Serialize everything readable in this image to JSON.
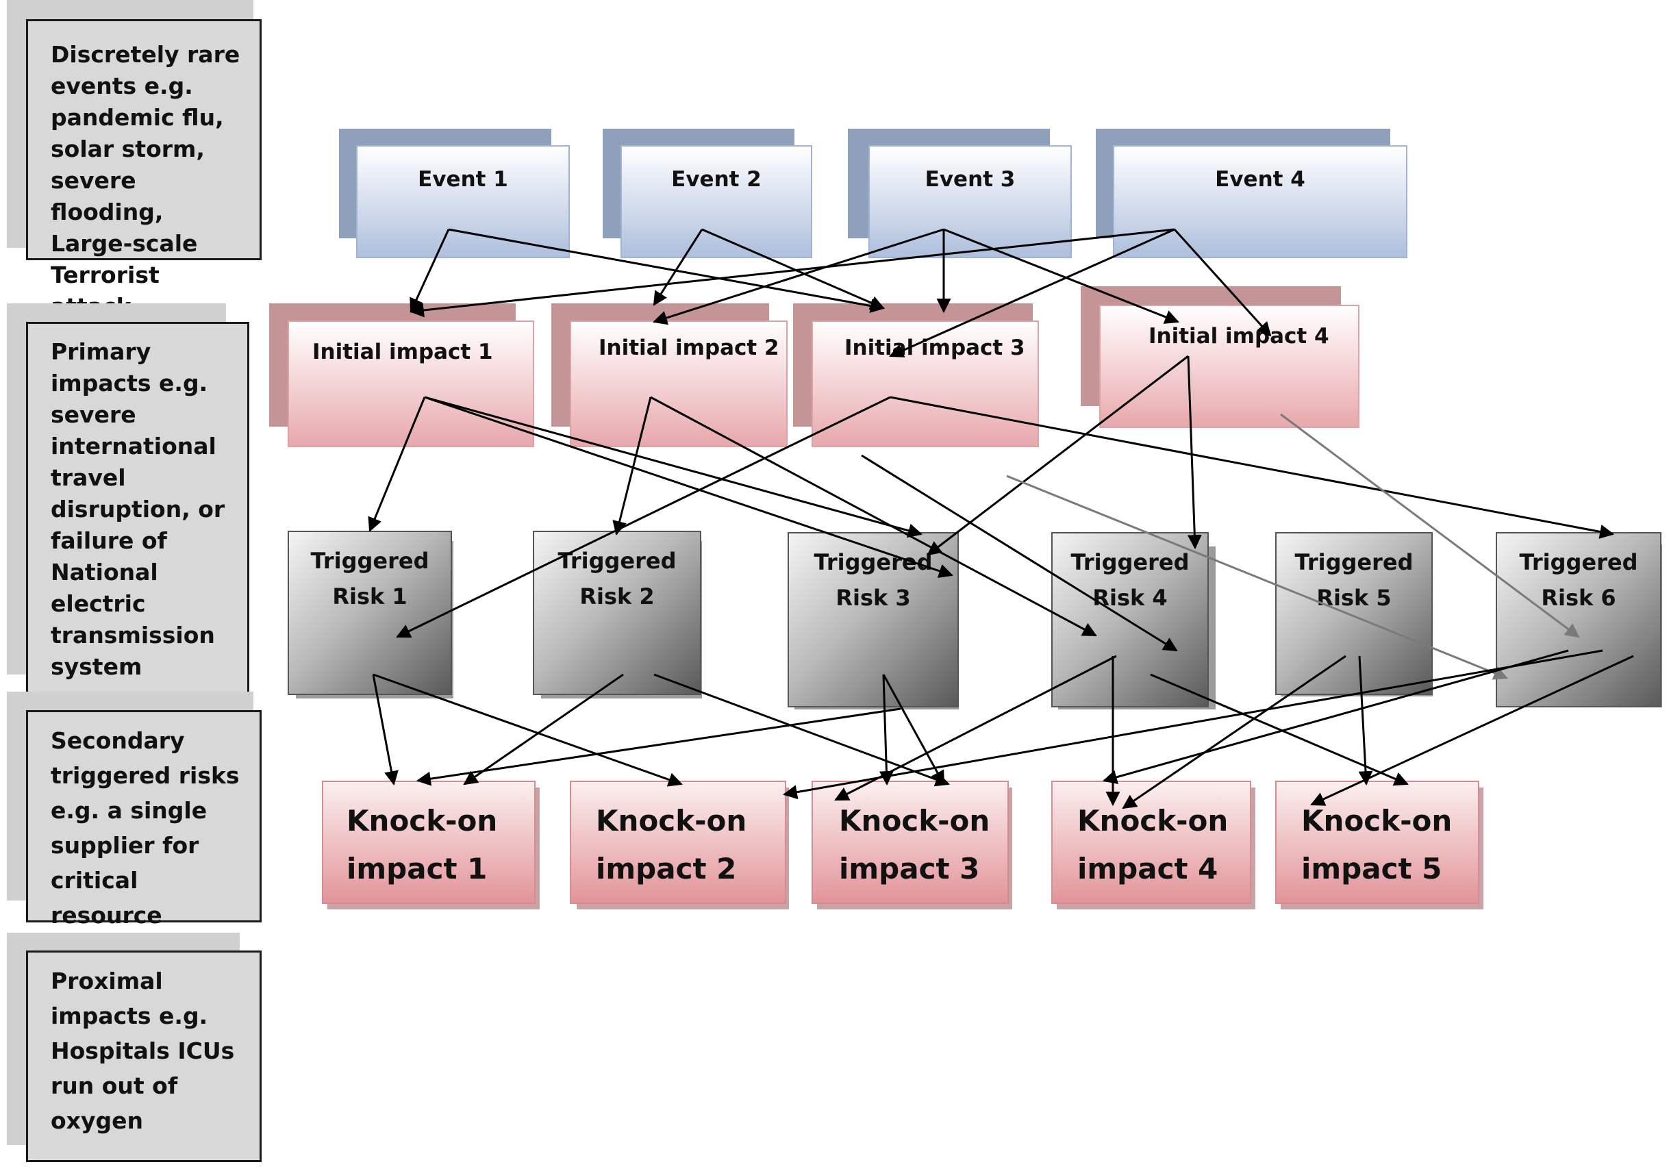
{
  "legend": [
    {
      "id": "legend-events",
      "text": "Discretely rare events e.g. pandemic flu, solar storm, severe flooding, Large-scale Terrorist attack"
    },
    {
      "id": "legend-primary",
      "text": "Primary impacts e.g. severe international travel disruption, or failure of National electric transmission system"
    },
    {
      "id": "legend-secondary",
      "text": "Secondary triggered risks e.g. a single supplier for critical resource"
    },
    {
      "id": "legend-proximal",
      "text": "Proximal impacts e.g. Hospitals ICUs run out of oxygen"
    }
  ],
  "events": [
    {
      "id": "event-1",
      "label": "Event 1"
    },
    {
      "id": "event-2",
      "label": "Event 2"
    },
    {
      "id": "event-3",
      "label": "Event 3"
    },
    {
      "id": "event-4",
      "label": "Event 4"
    }
  ],
  "initial_impacts": [
    {
      "id": "initial-impact-1",
      "label": "Initial impact 1"
    },
    {
      "id": "initial-impact-2",
      "label": "Initial impact 2"
    },
    {
      "id": "initial-impact-3",
      "label": "Initial impact 3"
    },
    {
      "id": "initial-impact-4",
      "label": "Initial impact 4"
    }
  ],
  "triggered_risks": [
    {
      "id": "triggered-risk-1",
      "line1": "Triggered",
      "line2": "Risk 1"
    },
    {
      "id": "triggered-risk-2",
      "line1": "Triggered",
      "line2": "Risk 2"
    },
    {
      "id": "triggered-risk-3",
      "line1": "Triggered",
      "line2": "Risk 3"
    },
    {
      "id": "triggered-risk-4",
      "line1": "Triggered",
      "line2": "Risk 4"
    },
    {
      "id": "triggered-risk-5",
      "line1": "Triggered",
      "line2": "Risk 5"
    },
    {
      "id": "triggered-risk-6",
      "line1": "Triggered",
      "line2": "Risk 6"
    }
  ],
  "knock_on_impacts": [
    {
      "id": "knock-on-impact-1",
      "line1": "Knock-on",
      "line2": "impact 1"
    },
    {
      "id": "knock-on-impact-2",
      "line1": "Knock-on",
      "line2": "impact 2"
    },
    {
      "id": "knock-on-impact-3",
      "line1": "Knock-on",
      "line2": "impact 3"
    },
    {
      "id": "knock-on-impact-4",
      "line1": "Knock-on",
      "line2": "impact 4"
    },
    {
      "id": "knock-on-impact-5",
      "line1": "Knock-on",
      "line2": "impact 5"
    }
  ],
  "colors": {
    "arrow": "#000000",
    "arrow_grey": "#7a7a7a"
  }
}
